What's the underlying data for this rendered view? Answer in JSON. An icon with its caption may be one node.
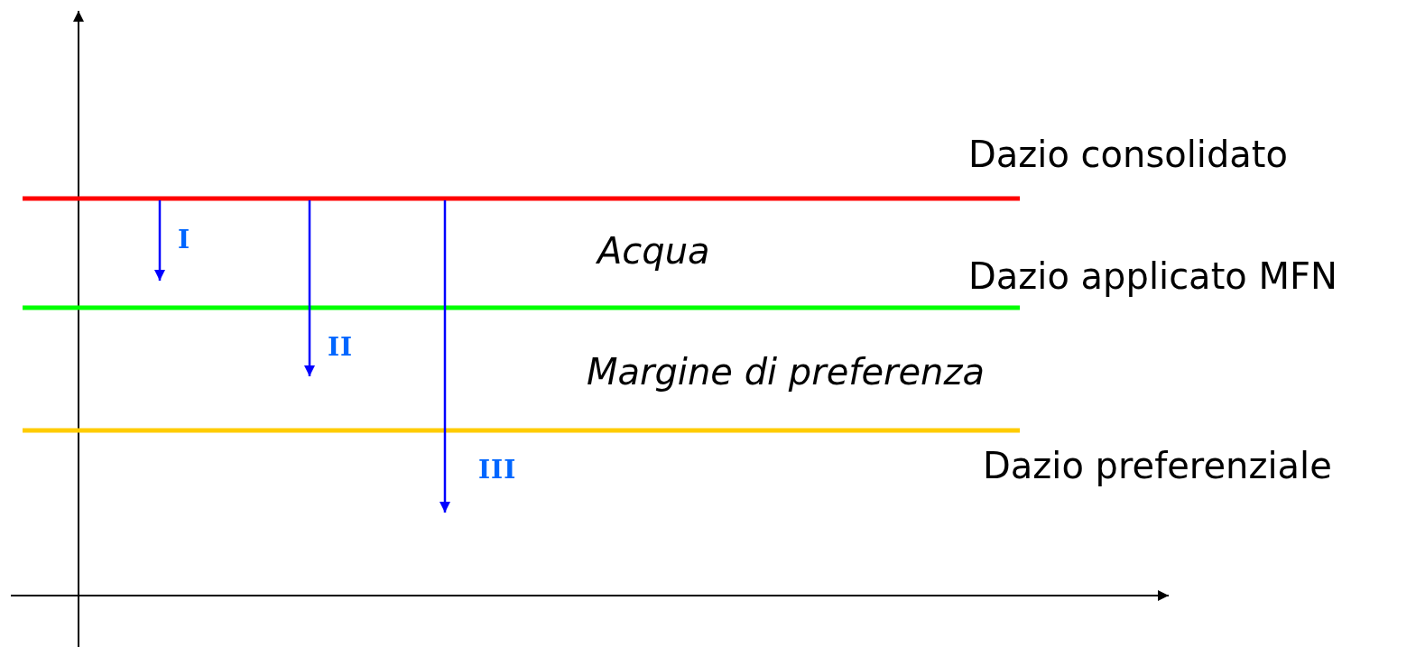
{
  "diagram": {
    "labels": [
      "Dazio consolidato",
      "I",
      "Acqua",
      "Dazio applicato MFN",
      "II",
      "Margine di preferenza",
      "Dazio preferenziale",
      "III"
    ]
  }
}
